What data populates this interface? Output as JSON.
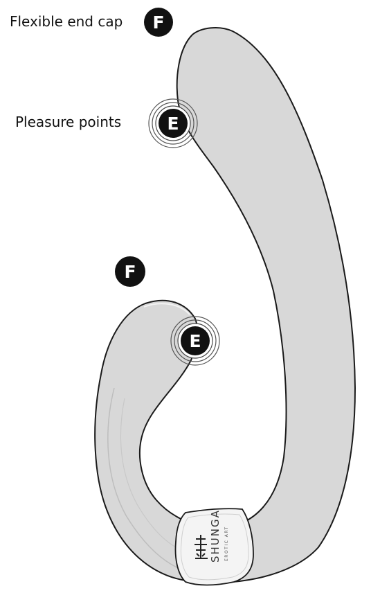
{
  "labels": {
    "flexible_end_cap": "Flexible end cap",
    "pleasure_points": "Pleasure points"
  },
  "markers": {
    "f_top": "F",
    "e_top": "E",
    "f_bottom": "F",
    "e_bottom": "E"
  },
  "logo": {
    "brand": "SHUNGA",
    "tagline": "EROTIC ART"
  },
  "colors": {
    "body_fill": "#d8d8d8",
    "outline": "#1a1a1a",
    "marker_fill": "#111111",
    "marker_text": "#ffffff",
    "plate_fill": "#f4f4f4"
  }
}
